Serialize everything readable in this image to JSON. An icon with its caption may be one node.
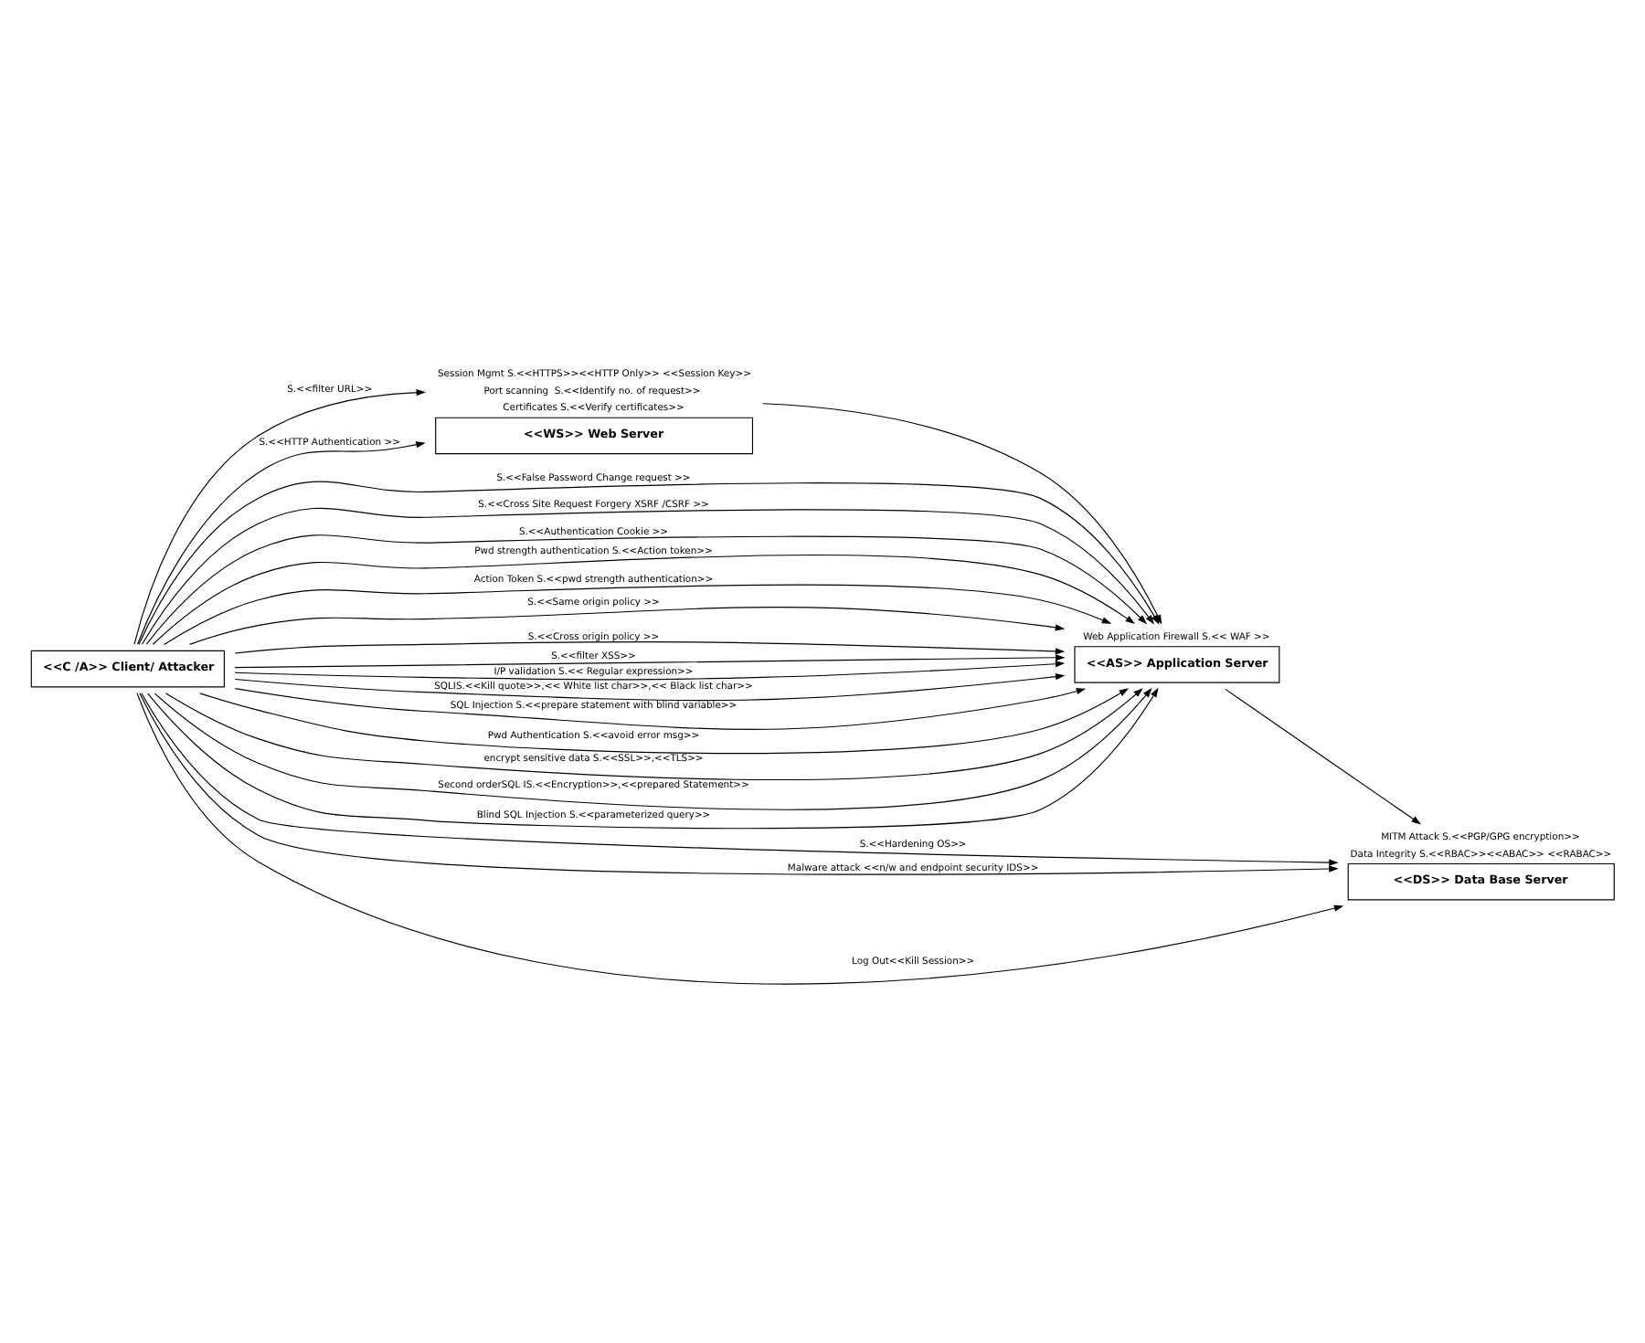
{
  "diagram": {
    "nodes": [
      {
        "text": [
          "<<C /A>> Client/ Attacker"
        ]
      },
      {
        "text": [
          "<<WS>> Web Server"
        ],
        "beside": [
          "Session Mgmt S.<<HTTPS>><<HTTP Only>> <<Session Key>>",
          "Port scanning  S.<<Identify no. of request>>",
          "Certificates S.<<Verify certificates>>"
        ]
      },
      {
        "text": [
          "<<AS>> Application Server"
        ],
        "beside": [
          "Web Application Firewall S.<< WAF >>"
        ]
      },
      {
        "text": [
          "<<DS>> Data Base Server"
        ],
        "beside": [
          "MITM Attack S.<<PGP/GPG encryption>>",
          "Data Integrity S.<<RBAC>><<ABAC>> <<RABAC>>"
        ]
      }
    ],
    "edges": [
      {
        "from": 0,
        "to": 1,
        "arrow": "to",
        "label": "S.<<filter URL>>"
      },
      {
        "from": 1,
        "to": 2,
        "arrow": "to"
      },
      {
        "from": 2,
        "to": 3,
        "arrow": "to"
      },
      {
        "from": 0,
        "to": 1,
        "arrow": "to",
        "label": "S.<<HTTP Authentication >>"
      },
      {
        "from": 0,
        "to": 2,
        "arrow": "to",
        "label": "S.<<False Password Change request >>"
      },
      {
        "from": 0,
        "to": 2,
        "arrow": "to",
        "label": "S.<<Cross Site Request Forgery XSRF /CSRF >>"
      },
      {
        "from": 0,
        "to": 2,
        "arrow": "to",
        "label": "S.<<Authentication Cookie >>"
      },
      {
        "from": 0,
        "to": 2,
        "arrow": "to",
        "label": "Pwd strength authentication S.<<Action token>>"
      },
      {
        "from": 0,
        "to": 2,
        "arrow": "to",
        "label": "Action Token S.<<pwd strength authentication>>"
      },
      {
        "from": 0,
        "to": 2,
        "arrow": "to",
        "label": "S.<<Same origin policy >>"
      },
      {
        "from": 0,
        "to": 2,
        "arrow": "to",
        "label": "S.<<Cross origin policy >>"
      },
      {
        "from": 0,
        "to": 2,
        "arrow": "to",
        "label": "S.<<filter XSS>>"
      },
      {
        "from": 0,
        "to": 2,
        "arrow": "to",
        "label": "I/P validation S.<< Regular expression>>"
      },
      {
        "from": 0,
        "to": 2,
        "arrow": "to",
        "label": "SQLIS.<<Kill quote>>,<< White list char>>,<< Black list char>>"
      },
      {
        "from": 0,
        "to": 2,
        "arrow": "to",
        "label": "SQL Injection S.<<prepare statement with blind variable>>"
      },
      {
        "from": 0,
        "to": 2,
        "arrow": "to",
        "label": "Pwd Authentication S.<<avoid error msg>>"
      },
      {
        "from": 0,
        "to": 2,
        "arrow": "to",
        "label": "encrypt sensitive data S.<<SSL>>,<<TLS>>"
      },
      {
        "from": 0,
        "to": 2,
        "arrow": "to",
        "label": "Second orderSQL IS.<<Encryption>>,<<prepared Statement>>"
      },
      {
        "from": 0,
        "to": 2,
        "arrow": "to",
        "label": "Blind SQL Injection S.<<parameterized query>>"
      },
      {
        "from": 0,
        "to": 3,
        "arrow": "to",
        "label": "S.<<Hardening OS>>"
      },
      {
        "from": 0,
        "to": 3,
        "arrow": "to",
        "label": "Malware attack <<n/w and endpoint security IDS>>"
      },
      {
        "from": 0,
        "to": 3,
        "arrow": "to",
        "label": "Log Out<<Kill Session>>"
      }
    ]
  }
}
